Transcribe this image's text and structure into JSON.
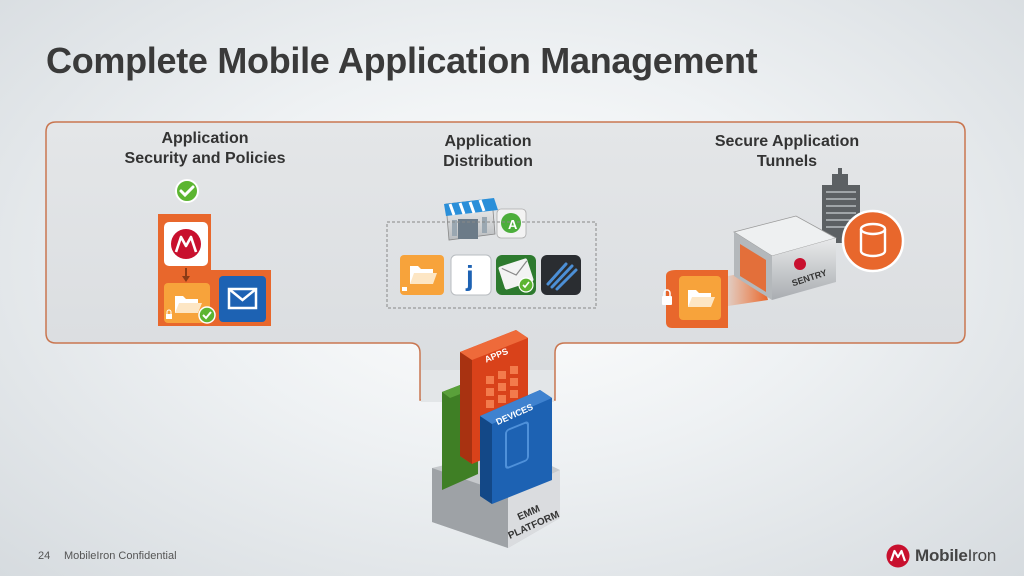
{
  "slide": {
    "title": "Complete Mobile Application Management",
    "page_number": "24",
    "confidential": "MobileIron Confidential"
  },
  "sections": [
    {
      "line1": "Application",
      "line2": "Security and Policies"
    },
    {
      "line1": "Application",
      "line2": "Distribution"
    },
    {
      "line1": "Secure Application",
      "line2": "Tunnels"
    }
  ],
  "platform": {
    "apps_label": "APPS",
    "devices_label": "DEVICES",
    "base_line1": "EMM",
    "base_line2": "PLATFORM"
  },
  "sentry_label": "SENTRY",
  "app_store_badge": "A",
  "j_app_letter": "j",
  "logo": {
    "brand_bold": "Mobile",
    "brand_rest": "Iron"
  },
  "colors": {
    "orange": "#e8672c",
    "folder": "#f7a33b",
    "blue": "#1d62b3",
    "green": "#4a9a2e",
    "red": "#c8102e",
    "panel_border": "#d46a3a"
  }
}
